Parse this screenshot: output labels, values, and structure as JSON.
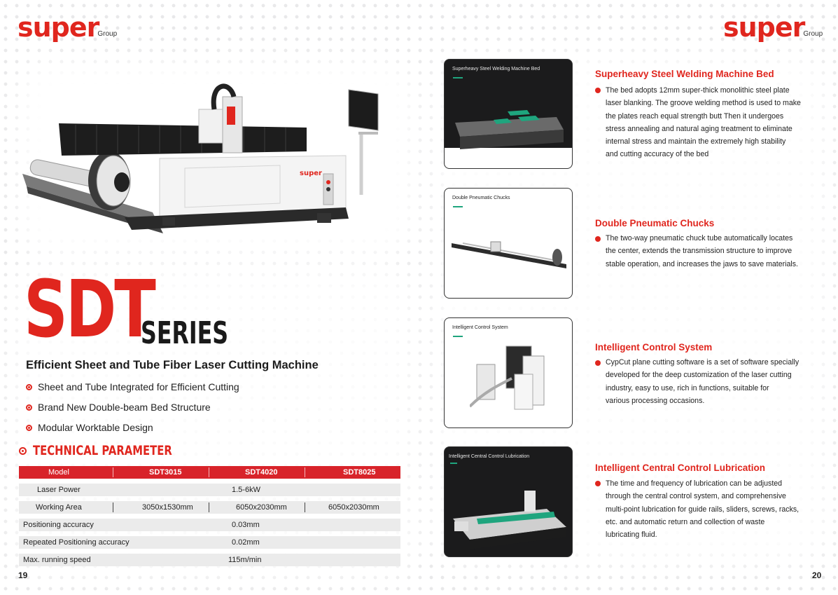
{
  "brand": {
    "logo_word": "super",
    "logo_suffix": "Group",
    "color": "#e0261e"
  },
  "left_page": {
    "series_code": "SDT",
    "series_word": "SERIES",
    "subtitle": "Efficient Sheet and Tube Fiber Laser Cutting Machine",
    "features": [
      "Sheet and Tube Integrated for Efficient Cutting",
      "Brand New Double-beam Bed Structure",
      "Modular Worktable Design"
    ],
    "tech_heading": "TECHNICAL PARAMETER",
    "machine_brand_plate": "super",
    "page_number": "19"
  },
  "table": {
    "header": [
      "Model",
      "SDT3015",
      "SDT4020",
      "SDT8025"
    ],
    "rows": [
      {
        "label": "Laser Power",
        "value": "1.5-6kW"
      },
      {
        "label": "Working Area",
        "values": [
          "3050x1530mm",
          "6050x2030mm",
          "6050x2030mm"
        ]
      },
      {
        "label": "Positioning accuracy",
        "value": "0.03mm"
      },
      {
        "label": "Repeated Positioning accuracy",
        "value": "0.02mm"
      },
      {
        "label": "Max. running speed",
        "value": "115m/min"
      }
    ]
  },
  "right_page": {
    "page_number": "20",
    "sections": [
      {
        "card_label": "Superheavy Steel Welding Machine Bed",
        "title": "Superheavy Steel Welding Machine Bed",
        "lines": [
          "The bed adopts 12mm super-thick monolithic steel plate",
          "laser blanking. The groove welding method is used to make",
          "the plates reach equal strength butt Then it undergoes",
          "stress annealing and natural aging treatment to eliminate",
          "internal stress and maintain the extremely high stability",
          "and cutting accuracy of the bed"
        ]
      },
      {
        "card_label": "Double Pneumatic Chucks",
        "title": "Double Pneumatic Chucks",
        "lines": [
          "The two-way pneumatic chuck tube automatically locates",
          "the center, extends the transmission structure to improve",
          "stable operation, and increases the jaws to save materials."
        ]
      },
      {
        "card_label": "Intelligent Control System",
        "title": "Intelligent Control System",
        "lines": [
          "CypCut plane cutting software is a set of software specially",
          "developed for the deep customization of the laser cutting",
          "industry, easy to use, rich in functions, suitable for",
          "various processing occasions."
        ]
      },
      {
        "card_label": "Intelligent Central Control Lubrication",
        "title": "Intelligent Central Control Lubrication",
        "lines": [
          "The time and frequency of lubrication can be adjusted",
          "through the central control system, and comprehensive",
          "multi-point lubrication for guide rails, sliders, screws, racks,",
          "etc. and automatic return and collection of waste",
          "lubricating fluid."
        ]
      }
    ]
  }
}
